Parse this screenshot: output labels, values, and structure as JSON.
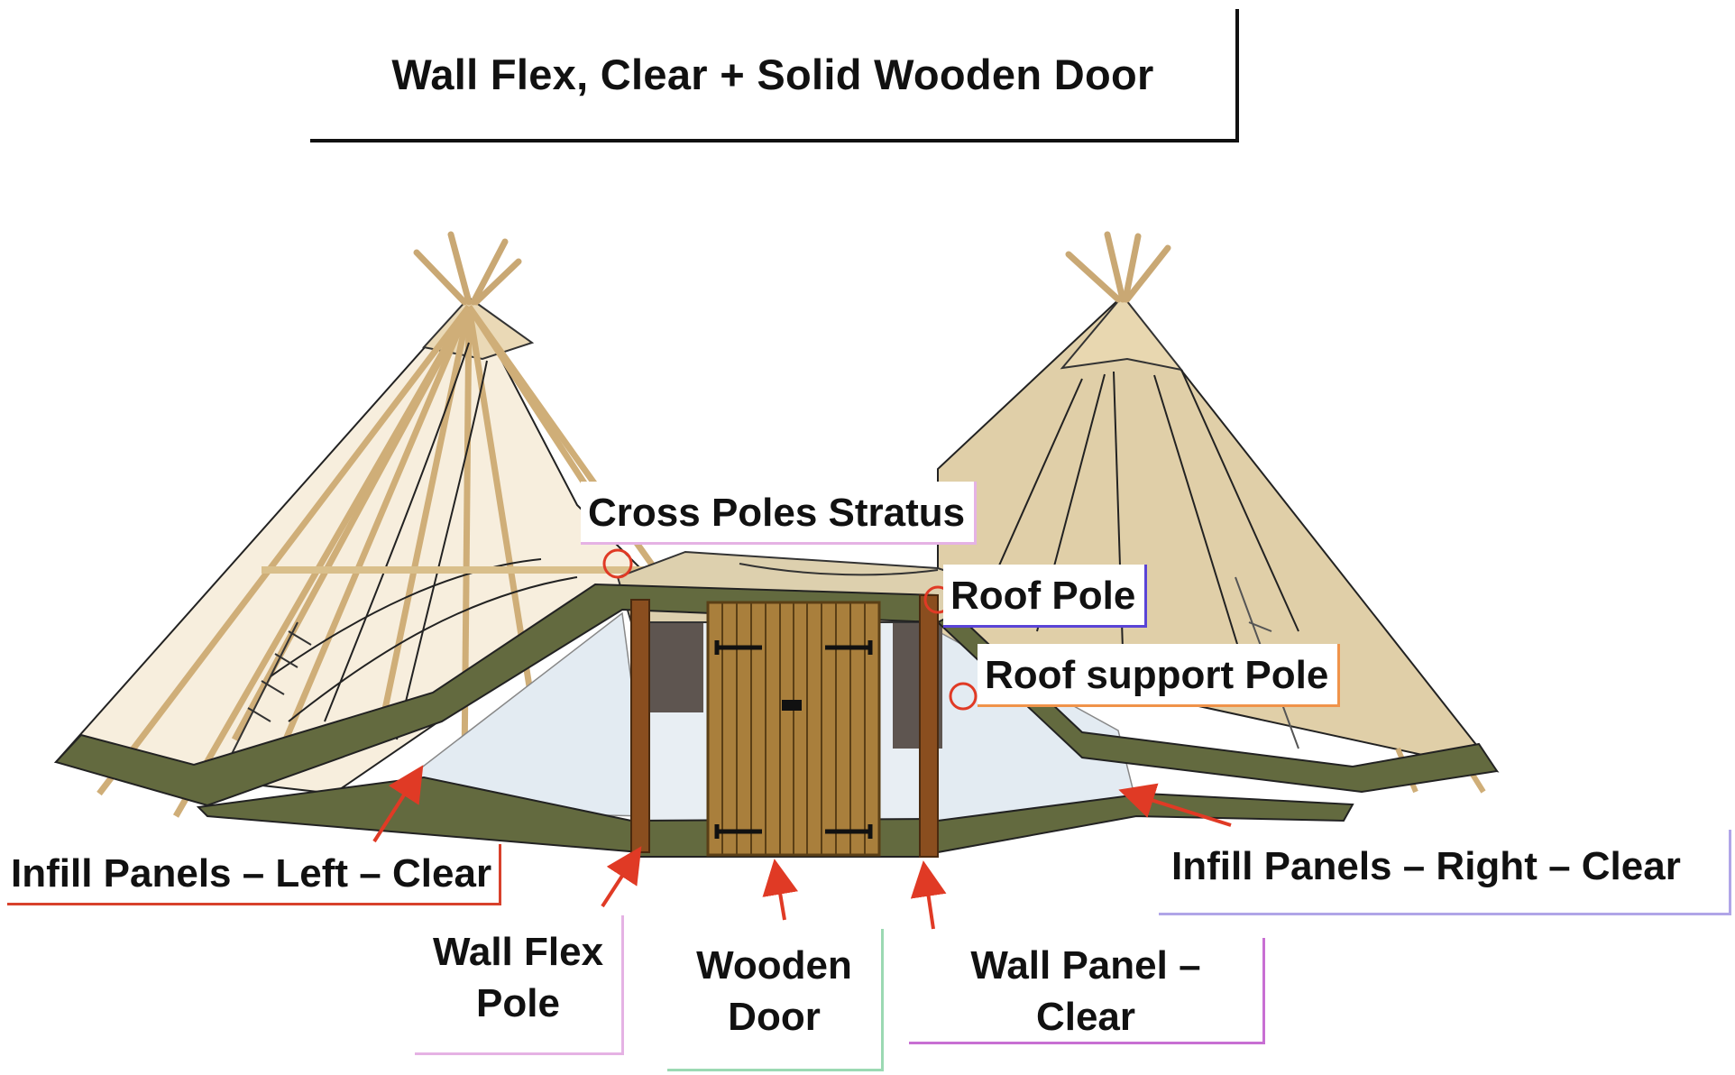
{
  "title": "Wall Flex, Clear + Solid Wooden Door",
  "labels": {
    "cross_poles": "Cross Poles Stratus",
    "roof_pole": "Roof Pole",
    "roof_support_pole": "Roof support Pole",
    "infill_left": "Infill Panels – Left – Clear",
    "infill_right": "Infill Panels – Right – Clear",
    "wall_flex_pole_line1": "Wall Flex",
    "wall_flex_pole_line2": "Pole",
    "wooden_door_line1": "Wooden",
    "wooden_door_line2": "Door",
    "wall_panel_line1": "Wall Panel –",
    "wall_panel_line2": "Clear"
  },
  "colors": {
    "arrow": "#e03a25",
    "canvas_light": "#f5ead6",
    "canvas_dark": "#dccaa2",
    "trim": "#636a3f",
    "wood_door": "#a97f3c",
    "pole": "#8a4e1f",
    "clear_panel": "#dfe8ef",
    "accent_pink": "#e5b2e4",
    "accent_blue": "#5a44d6",
    "accent_orange": "#f0934a",
    "accent_green": "#9bd9b3",
    "accent_purple": "#b0a5e8",
    "accent_magenta": "#c86fd3",
    "accent_red": "#d8412c"
  }
}
